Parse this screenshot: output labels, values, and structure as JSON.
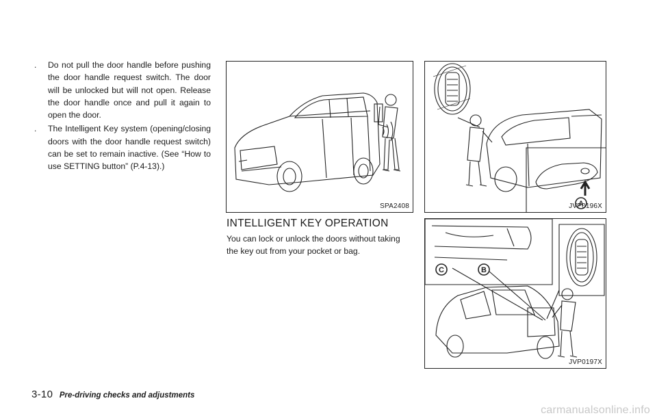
{
  "bullets": [
    {
      "marker": ".",
      "text": "Do not pull the door handle before pushing the door handle request switch. The door will be unlocked but will not open. Release the door handle once and pull it again to open the door."
    },
    {
      "marker": ".",
      "text": "The Intelligent Key system (opening/closing doors with the door handle request switch) can be set to remain inactive. (See “How to use SETTING button” (P.4-13).)"
    }
  ],
  "figures": {
    "fig1": {
      "caption": "SPA2408"
    },
    "fig2": {
      "caption": "JVP0196X",
      "callout": "A"
    },
    "fig3": {
      "caption": "JVP0197X",
      "callouts": [
        "C",
        "B"
      ]
    }
  },
  "section": {
    "heading": "INTELLIGENT KEY OPERATION",
    "body": "You can lock or unlock the doors without taking the key out from your pocket or bag."
  },
  "footer": {
    "page_number": "3-10",
    "title": "Pre-driving checks and adjustments"
  },
  "watermark": "carmanualsonline.info"
}
